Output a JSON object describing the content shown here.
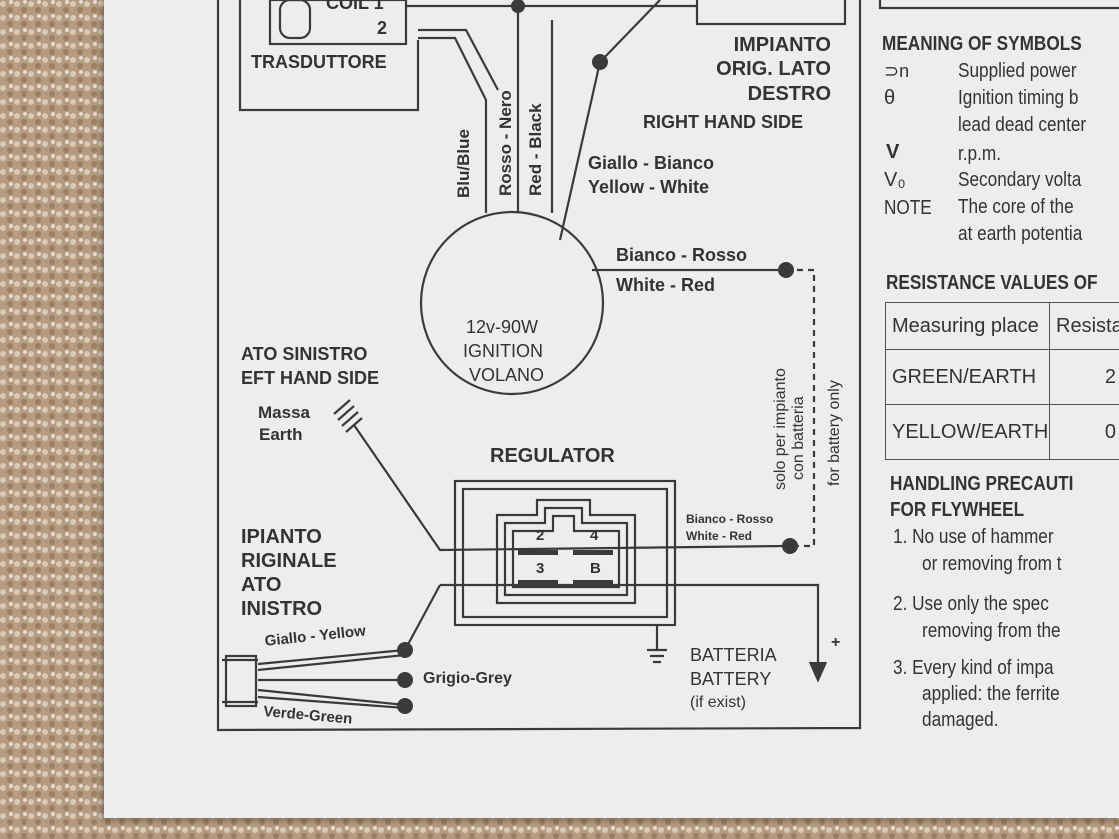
{
  "diagram": {
    "coil": "COIL 1",
    "coil_terminal": "2",
    "trasduttore": "TRASDUTTORE",
    "impianto_destro": [
      "IMPIANTO",
      "ORIG. LATO",
      "DESTRO"
    ],
    "right_hand_side": "RIGHT HAND SIDE",
    "wire_blu": "Blu/Blue",
    "wire_rosso_nero": "Rosso - Nero",
    "wire_red_black": "Red - Black",
    "wire_giallo_bianco": "Giallo - Bianco",
    "wire_yellow_white": "Yellow - White",
    "wire_bianco_rosso": "Bianco - Rosso",
    "wire_white_red": "White - Red",
    "flywheel": [
      "12v-90W",
      "IGNITION",
      "VOLANO"
    ],
    "lato_sinistro": "ATO SINISTRO",
    "left_hand_side": "EFT HAND SIDE",
    "massa": "Massa",
    "earth": "Earth",
    "battery_only": [
      "solo per impianto",
      "con batteria",
      "for battery only"
    ],
    "regulator": "REGULATOR",
    "regulator_terminals": [
      "2",
      "4",
      "3",
      "B"
    ],
    "reg_bianco_rosso": "Bianco - Rosso",
    "reg_white_red": "White - Red",
    "impianto_sinistro": [
      "IPIANTO",
      "RIGINALE",
      "ATO",
      "INISTRO"
    ],
    "wire_giallo_yellow": "Giallo - Yellow",
    "wire_grigio_grey": "Grigio-Grey",
    "wire_verde_green": "Verde-Green",
    "battery": [
      "BATTERIA",
      "BATTERY",
      "(if exist)"
    ],
    "battery_plus": "+"
  },
  "legend": {
    "title": "MEANING OF SYMBOLS",
    "items": [
      {
        "symbol": "⊃n",
        "text": "Supplied power"
      },
      {
        "symbol": "θ",
        "text": "Ignition timing b"
      },
      {
        "symbol": "",
        "text": "lead dead center"
      },
      {
        "symbol": "V",
        "text": "r.p.m."
      },
      {
        "symbol": "V₀",
        "text": "Secondary volta"
      },
      {
        "symbol": "NOTE",
        "text": "The core of the"
      },
      {
        "symbol": "",
        "text": "at earth potentia"
      }
    ]
  },
  "resistance": {
    "title": "RESISTANCE VALUES OF",
    "headers": [
      "Measuring place",
      "Resista"
    ],
    "rows": [
      [
        "GREEN/EARTH",
        "2"
      ],
      [
        "YELLOW/EARTH",
        "0"
      ]
    ]
  },
  "precautions": {
    "title": [
      "HANDLING PRECAUTI",
      "FOR FLYWHEEL"
    ],
    "items": [
      [
        "1. No use of hammer",
        "or removing from t"
      ],
      [
        "2. Use only the spec",
        "removing from the"
      ],
      [
        "3. Every kind of impa",
        "applied: the ferrite",
        "damaged."
      ]
    ]
  }
}
